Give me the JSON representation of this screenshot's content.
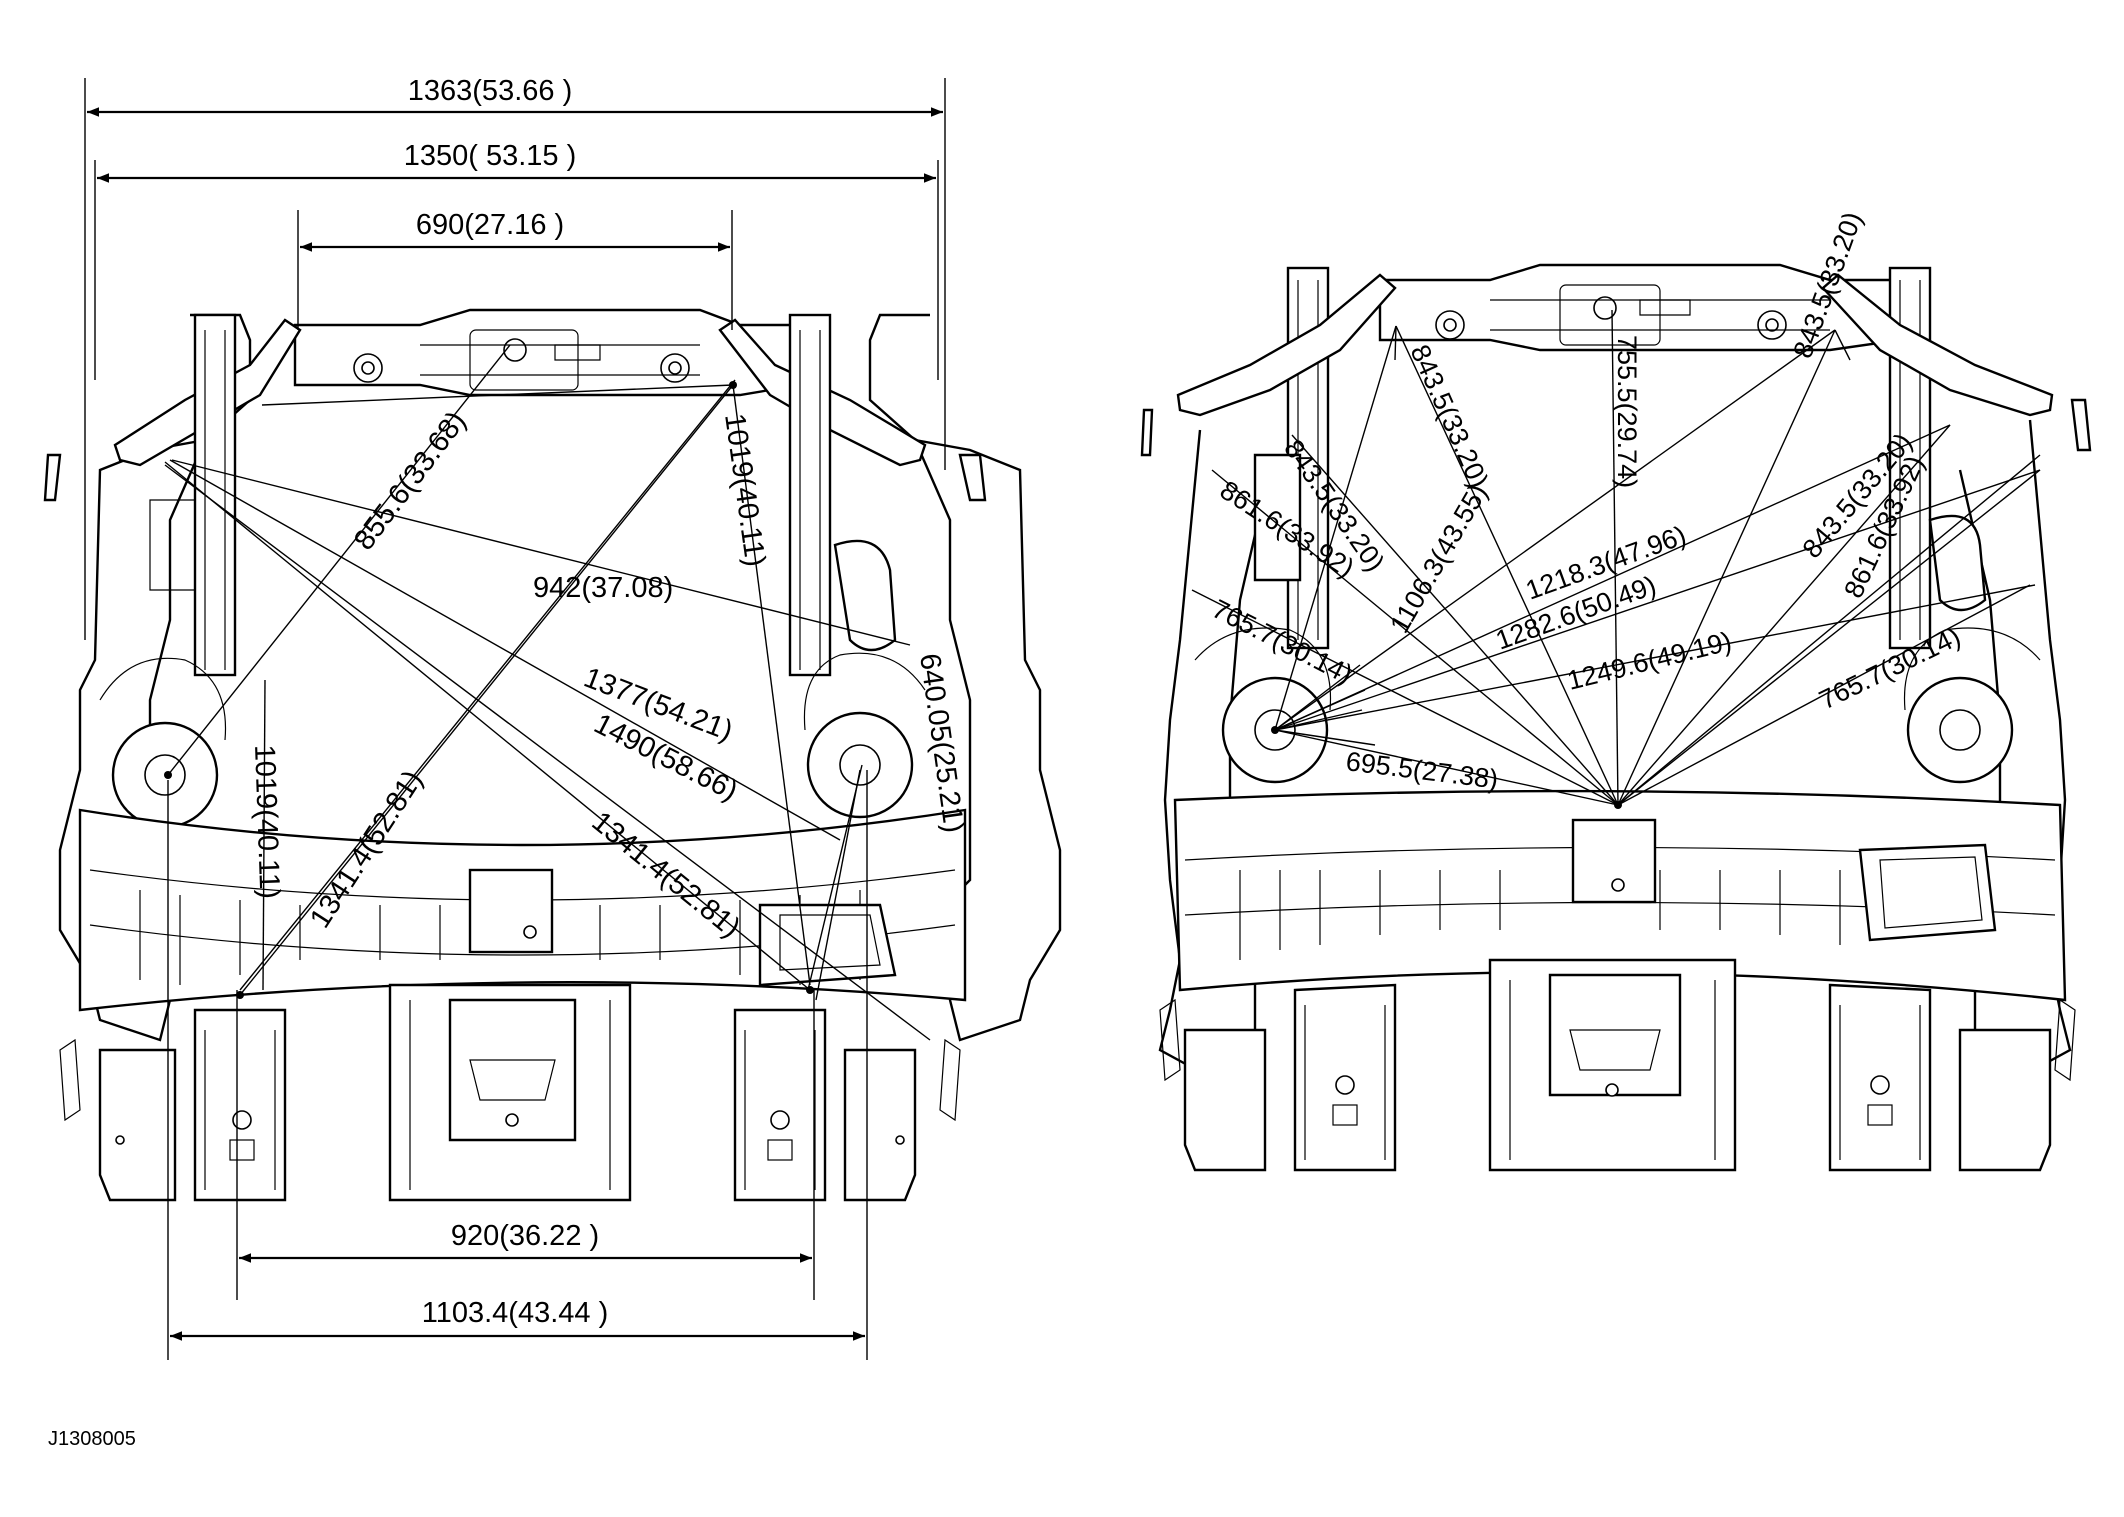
{
  "figure_id": "J1308005",
  "left_view": {
    "dimensions": [
      "1363(53.66 )",
      "1350( 53.15 )",
      "690(27.16 )",
      "855.6(33.68)",
      "1019(40.11)",
      "942(37.08)",
      "1377(54.21)",
      "1490(58.66)",
      "640.05(25.21)",
      "1019(40.11)",
      "1341.4(52.81)",
      "1341.4(52.81)",
      "920(36.22 )",
      "1103.4(43.44 )"
    ]
  },
  "right_view": {
    "dimensions": [
      "843.5(33.20)",
      "755.5(29.74)",
      "843.5(33.20)",
      "843.5(33.20)",
      "843.5(33.20)",
      "861.6(33.92)",
      "1106.3(43.55)",
      "1218.3(47.96)",
      "861.6(33.92)",
      "1282.6(50.49)",
      "765.7(30.14)",
      "1249.6(49.19)",
      "765.7(30.14)",
      "695.5(27.38)"
    ]
  }
}
